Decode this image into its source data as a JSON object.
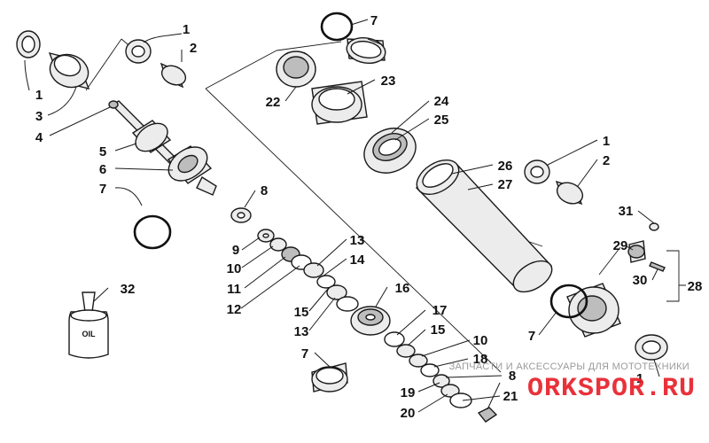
{
  "diagram": {
    "callouts": [
      {
        "id": "c1a",
        "text": "1"
      },
      {
        "id": "c1b",
        "text": "1"
      },
      {
        "id": "c1c",
        "text": "1"
      },
      {
        "id": "c1d",
        "text": "1"
      },
      {
        "id": "c2a",
        "text": "2"
      },
      {
        "id": "c2b",
        "text": "2"
      },
      {
        "id": "c3",
        "text": "3"
      },
      {
        "id": "c4",
        "text": "4"
      },
      {
        "id": "c5",
        "text": "5"
      },
      {
        "id": "c6",
        "text": "6"
      },
      {
        "id": "c7a",
        "text": "7"
      },
      {
        "id": "c7b",
        "text": "7"
      },
      {
        "id": "c7c",
        "text": "7"
      },
      {
        "id": "c7d",
        "text": "7"
      },
      {
        "id": "c8a",
        "text": "8"
      },
      {
        "id": "c8b",
        "text": "8"
      },
      {
        "id": "c9",
        "text": "9"
      },
      {
        "id": "c10a",
        "text": "10"
      },
      {
        "id": "c10b",
        "text": "10"
      },
      {
        "id": "c11",
        "text": "11"
      },
      {
        "id": "c12",
        "text": "12"
      },
      {
        "id": "c13a",
        "text": "13"
      },
      {
        "id": "c13b",
        "text": "13"
      },
      {
        "id": "c14",
        "text": "14"
      },
      {
        "id": "c15a",
        "text": "15"
      },
      {
        "id": "c15b",
        "text": "15"
      },
      {
        "id": "c16",
        "text": "16"
      },
      {
        "id": "c17",
        "text": "17"
      },
      {
        "id": "c18",
        "text": "18"
      },
      {
        "id": "c19",
        "text": "19"
      },
      {
        "id": "c20",
        "text": "20"
      },
      {
        "id": "c21",
        "text": "21"
      },
      {
        "id": "c22",
        "text": "22"
      },
      {
        "id": "c23",
        "text": "23"
      },
      {
        "id": "c24",
        "text": "24"
      },
      {
        "id": "c25",
        "text": "25"
      },
      {
        "id": "c26",
        "text": "26"
      },
      {
        "id": "c27",
        "text": "27"
      },
      {
        "id": "c28",
        "text": "28"
      },
      {
        "id": "c29",
        "text": "29"
      },
      {
        "id": "c30",
        "text": "30"
      },
      {
        "id": "c31",
        "text": "31"
      },
      {
        "id": "c32",
        "text": "32"
      }
    ],
    "oil_bottle_label": "OIL"
  },
  "watermark": {
    "tagline": "ЗАПЧАСТИ И АКСЕССУАРЫ ДЛЯ МОТОТЕХНИКИ",
    "logo": "ORKSPOR.RU"
  },
  "colors": {
    "line": "#1a1a1a",
    "part_fill": "#ececec",
    "part_shade": "#bdbdbd",
    "watermark_logo": "#e8202a",
    "watermark_text": "#9a9a9a"
  }
}
